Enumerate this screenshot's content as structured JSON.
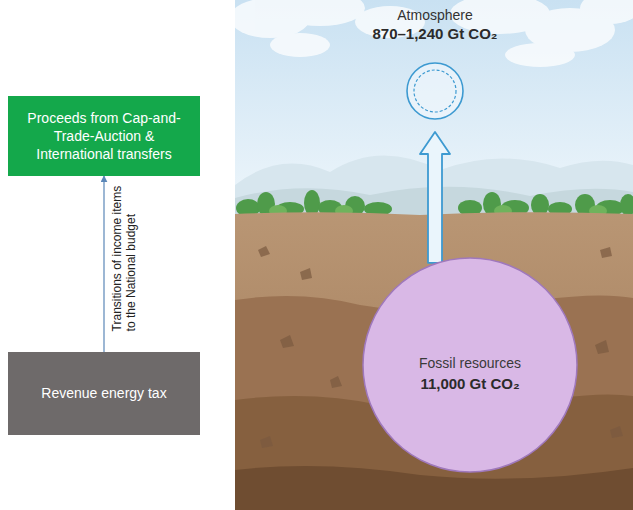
{
  "diagram": {
    "nodes": [
      {
        "text": [
          "Proceeds from Cap-and-Trade-Auction & International transfers"
        ]
      },
      {
        "text": [
          "Revenue energy tax"
        ]
      },
      {
        "text": [
          "Atmosphere",
          "870–1,240 Gt CO₂"
        ]
      },
      {
        "text": [
          "Fossil resources",
          "11,000 Gt CO₂"
        ]
      }
    ],
    "edges": [
      {
        "from": 1,
        "to": 0,
        "label": "Transitions of income items to the National budget",
        "arrow": "to"
      },
      {
        "from": 3,
        "to": 2,
        "arrow": "to"
      }
    ]
  }
}
